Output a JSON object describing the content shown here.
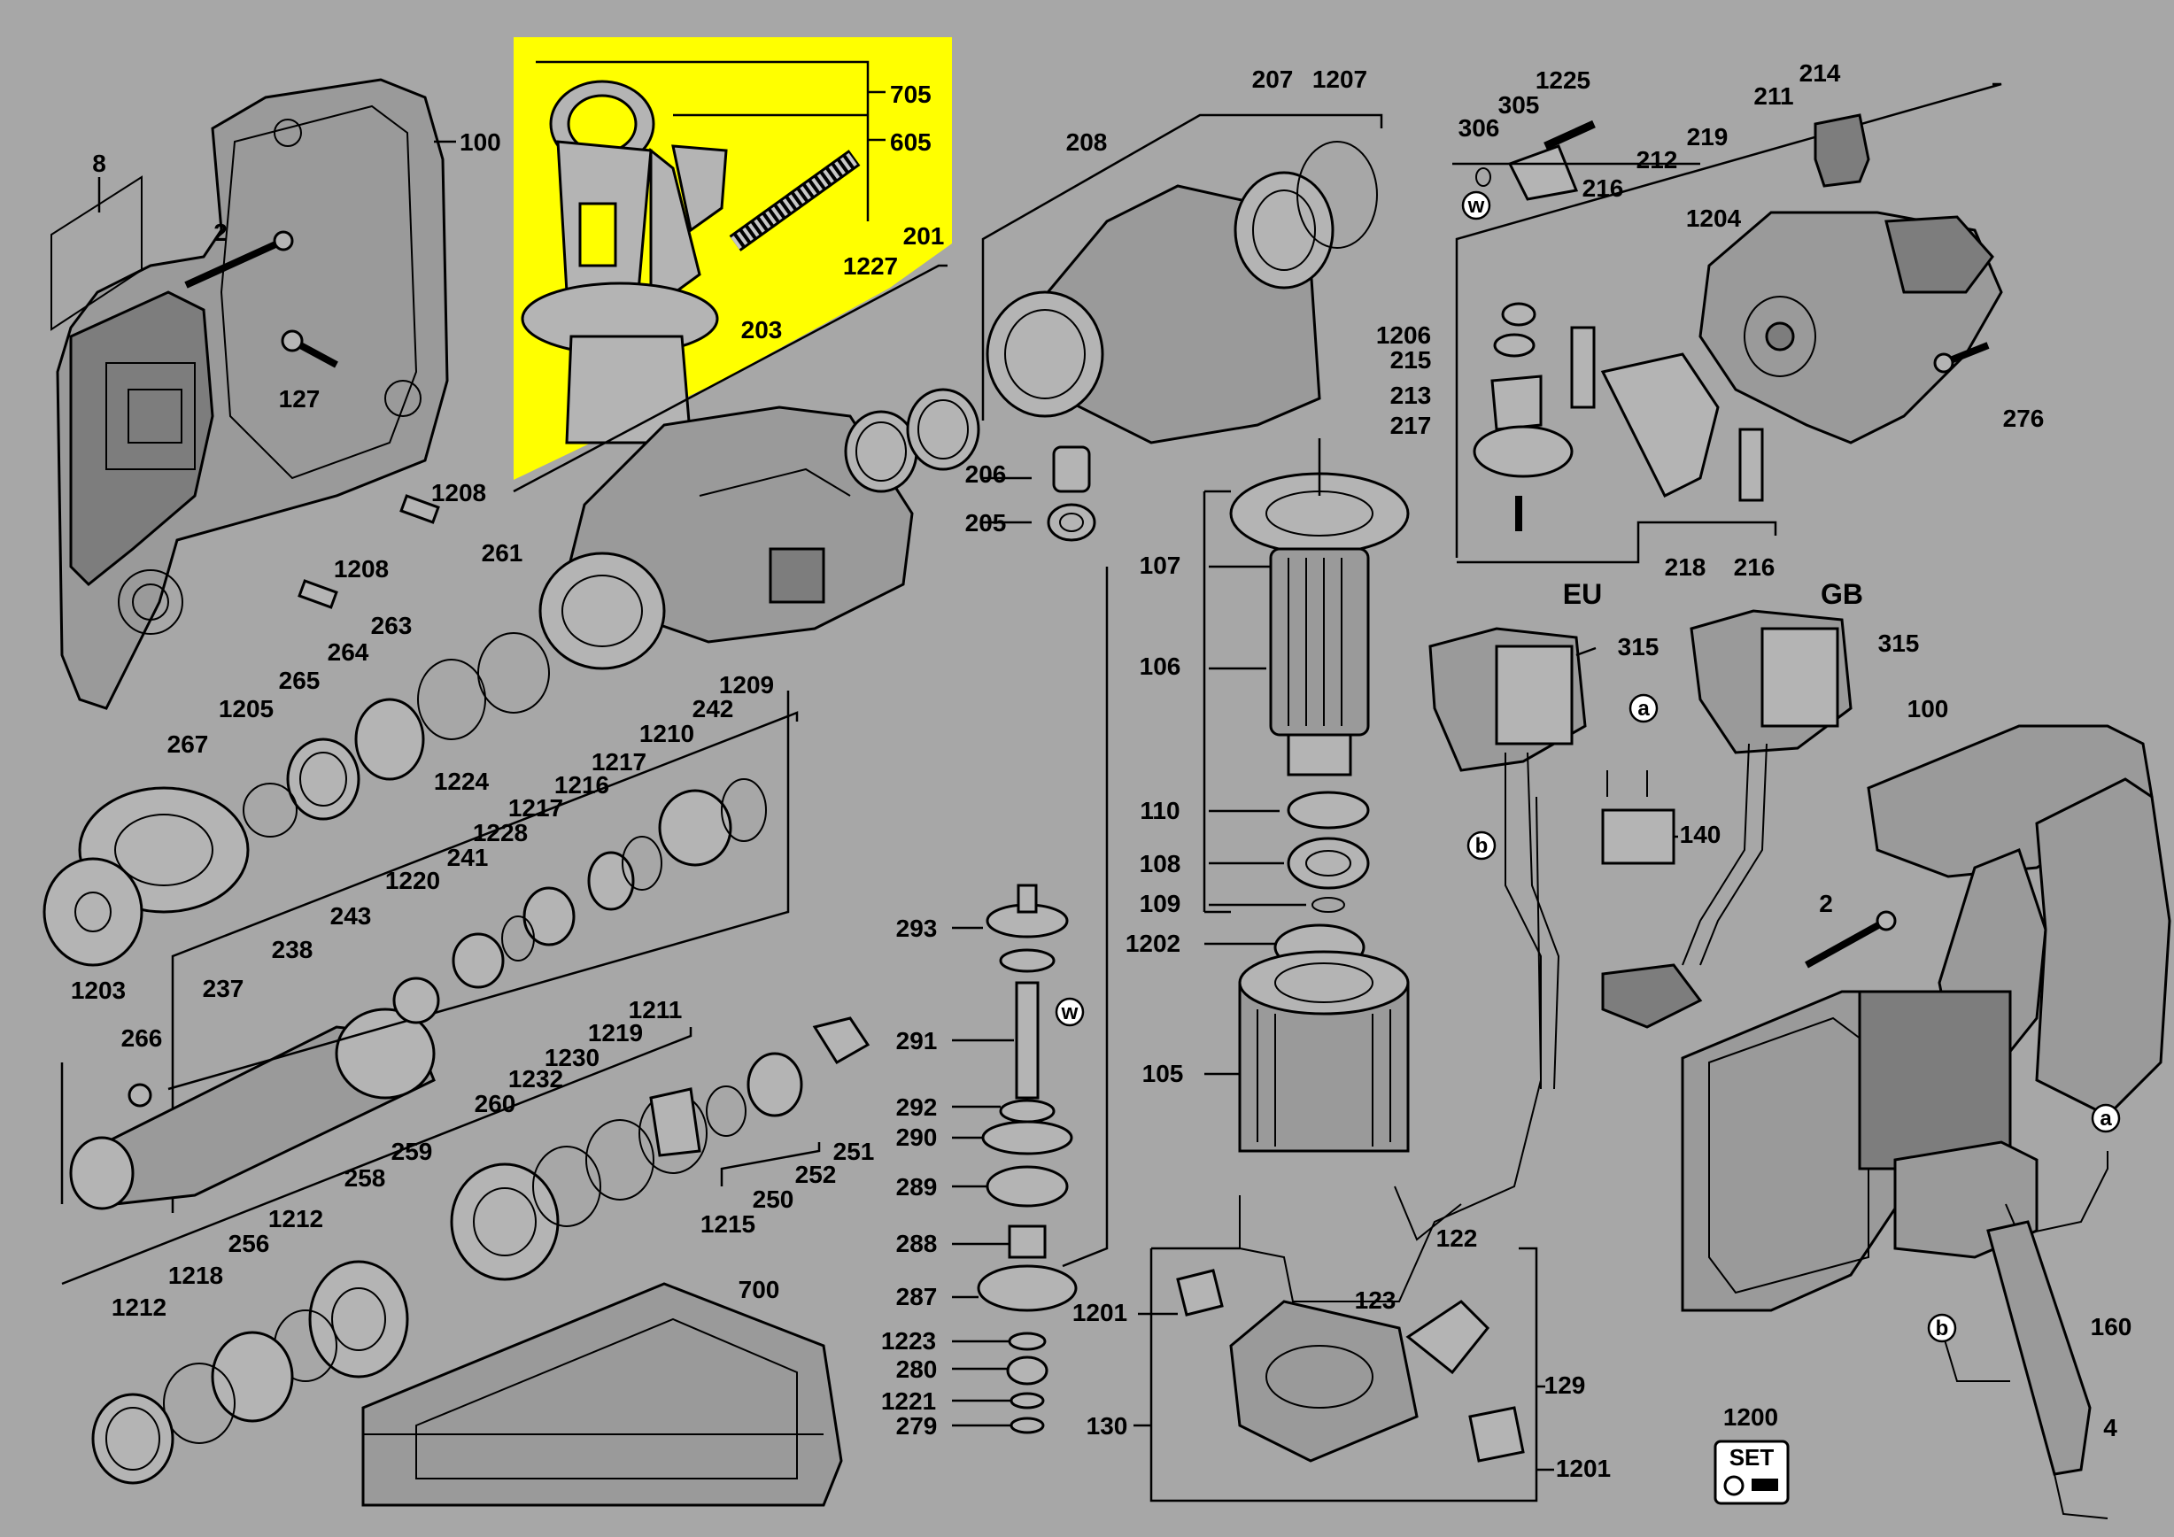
{
  "diagram": {
    "region_headers": {
      "eu": "EU",
      "gb": "GB"
    },
    "set_badge": {
      "text": "SET"
    },
    "wire_markers": {
      "a": "a",
      "b": "b",
      "w": "w"
    },
    "highlight_color": "#ffff00",
    "background_color": "#a7a7a7",
    "part_numbers": [
      "705",
      "605",
      "100",
      "8",
      "2",
      "127",
      "1208",
      "1208",
      "208",
      "207",
      "1207",
      "305",
      "1225",
      "306",
      "214",
      "211",
      "219",
      "212",
      "216",
      "1204",
      "1206",
      "215",
      "213",
      "217",
      "276",
      "218",
      "216",
      "201",
      "1227",
      "203",
      "206",
      "205",
      "107",
      "106",
      "110",
      "108",
      "109",
      "1202",
      "105",
      "261",
      "263",
      "264",
      "265",
      "1224",
      "1205",
      "267",
      "1209",
      "242",
      "1210",
      "1217",
      "1217",
      "1216",
      "1228",
      "241",
      "1220",
      "243",
      "238",
      "237",
      "266",
      "1203",
      "1211",
      "1219",
      "1230",
      "1232",
      "260",
      "259",
      "258",
      "1212",
      "256",
      "1218",
      "1212",
      "251",
      "252",
      "250",
      "1215",
      "293",
      "291",
      "292",
      "290",
      "289",
      "288",
      "287",
      "1223",
      "280",
      "1221",
      "279",
      "700",
      "315",
      "315",
      "140",
      "100",
      "2",
      "122",
      "123",
      "1201",
      "129",
      "130",
      "1201",
      "160",
      "4",
      "1200"
    ]
  }
}
